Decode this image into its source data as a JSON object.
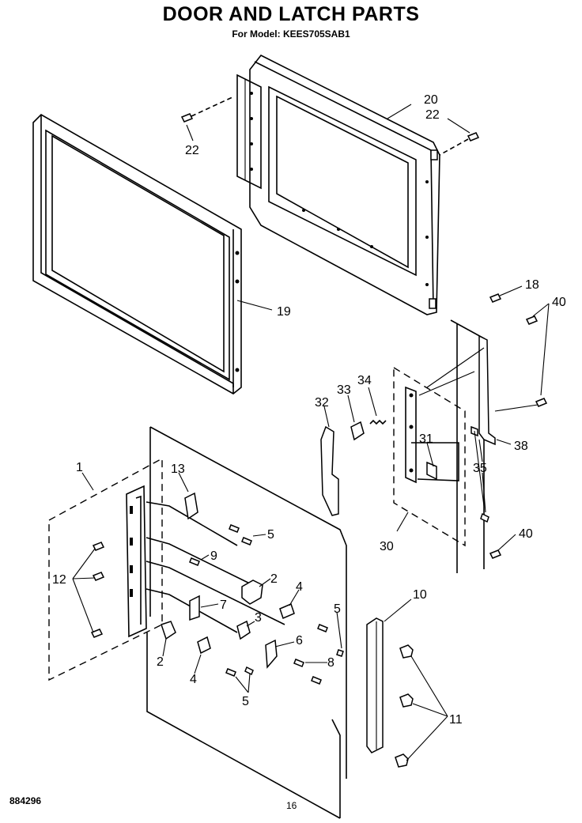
{
  "header": {
    "title": "DOOR AND LATCH PARTS",
    "model": "For Model: KEES705SAB1"
  },
  "footer": {
    "doc_number": "884296",
    "page_number": "16"
  },
  "callouts": {
    "c1": "1",
    "c2a": "2",
    "c2b": "2",
    "c3": "3",
    "c4a": "4",
    "c4b": "4",
    "c5a": "5",
    "c5b": "5",
    "c5c": "5",
    "c6": "6",
    "c7": "7",
    "c8": "8",
    "c9": "9",
    "c10": "10",
    "c11": "11",
    "c12": "12",
    "c13": "13",
    "c18": "18",
    "c19": "19",
    "c20": "20",
    "c22a": "22",
    "c22b": "22",
    "c30": "30",
    "c31": "31",
    "c32": "32",
    "c33": "33",
    "c34": "34",
    "c35": "35",
    "c38": "38",
    "c40a": "40",
    "c40b": "40"
  }
}
